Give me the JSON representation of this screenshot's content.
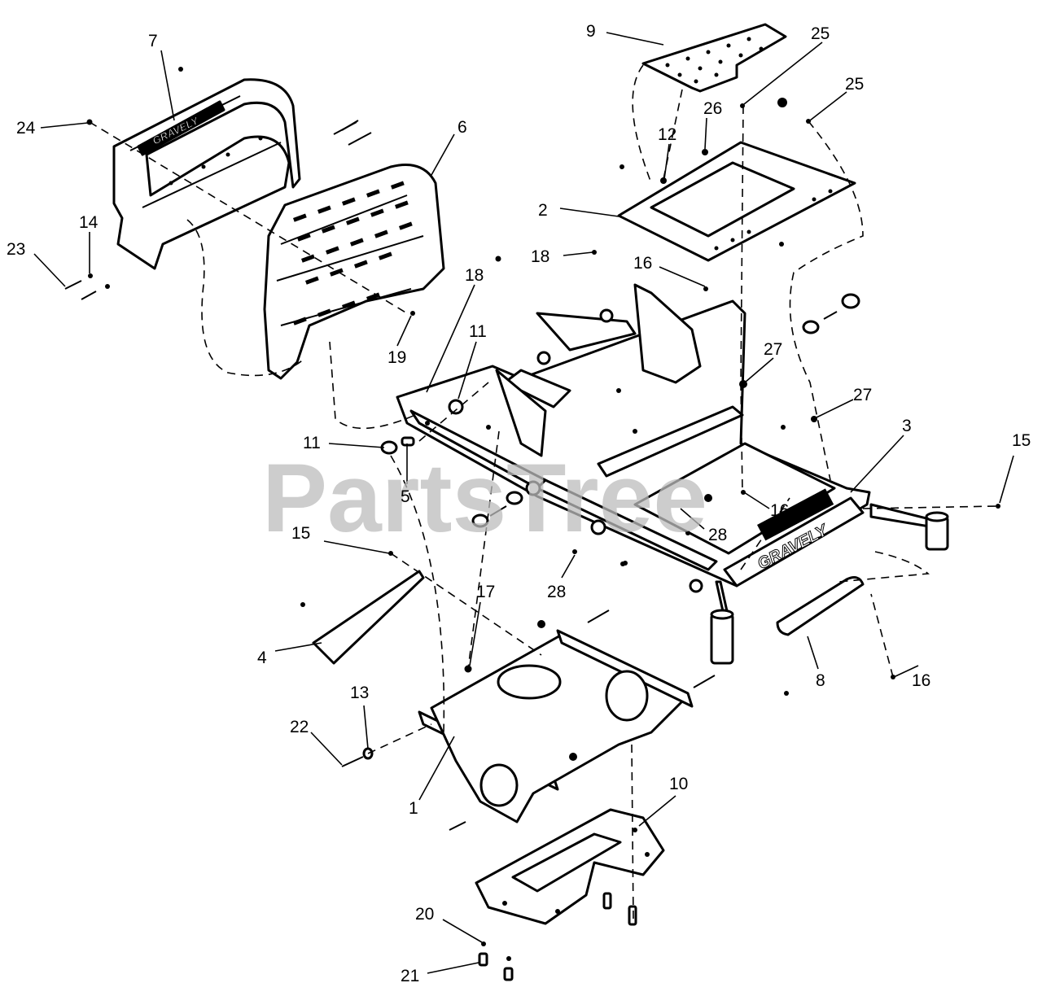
{
  "watermark": "PartsTree",
  "brand_marks": {
    "fender_logo": "GRAVELY",
    "bumper_logo": "GRAVELY"
  },
  "callouts": [
    {
      "id": "c7",
      "text": "7"
    },
    {
      "id": "c24",
      "text": "24"
    },
    {
      "id": "c14",
      "text": "14"
    },
    {
      "id": "c23",
      "text": "23"
    },
    {
      "id": "c6",
      "text": "6"
    },
    {
      "id": "c19",
      "text": "19"
    },
    {
      "id": "c9",
      "text": "9"
    },
    {
      "id": "c25a",
      "text": "25"
    },
    {
      "id": "c25b",
      "text": "25"
    },
    {
      "id": "c26",
      "text": "26"
    },
    {
      "id": "c12",
      "text": "12"
    },
    {
      "id": "c2",
      "text": "2"
    },
    {
      "id": "c18a",
      "text": "18"
    },
    {
      "id": "c16a",
      "text": "16"
    },
    {
      "id": "c18b",
      "text": "18"
    },
    {
      "id": "c11a",
      "text": "11"
    },
    {
      "id": "c27a",
      "text": "27"
    },
    {
      "id": "c27b",
      "text": "27"
    },
    {
      "id": "c3",
      "text": "3"
    },
    {
      "id": "c15a",
      "text": "15"
    },
    {
      "id": "c11b",
      "text": "11"
    },
    {
      "id": "c5",
      "text": "5"
    },
    {
      "id": "c16b",
      "text": "16"
    },
    {
      "id": "c28a",
      "text": "28"
    },
    {
      "id": "c15b",
      "text": "15"
    },
    {
      "id": "c28b",
      "text": "28"
    },
    {
      "id": "c17",
      "text": "17"
    },
    {
      "id": "c4",
      "text": "4"
    },
    {
      "id": "c8",
      "text": "8"
    },
    {
      "id": "c16c",
      "text": "16"
    },
    {
      "id": "c13",
      "text": "13"
    },
    {
      "id": "c22",
      "text": "22"
    },
    {
      "id": "c1",
      "text": "1"
    },
    {
      "id": "c10",
      "text": "10"
    },
    {
      "id": "c20",
      "text": "20"
    },
    {
      "id": "c21",
      "text": "21"
    }
  ]
}
